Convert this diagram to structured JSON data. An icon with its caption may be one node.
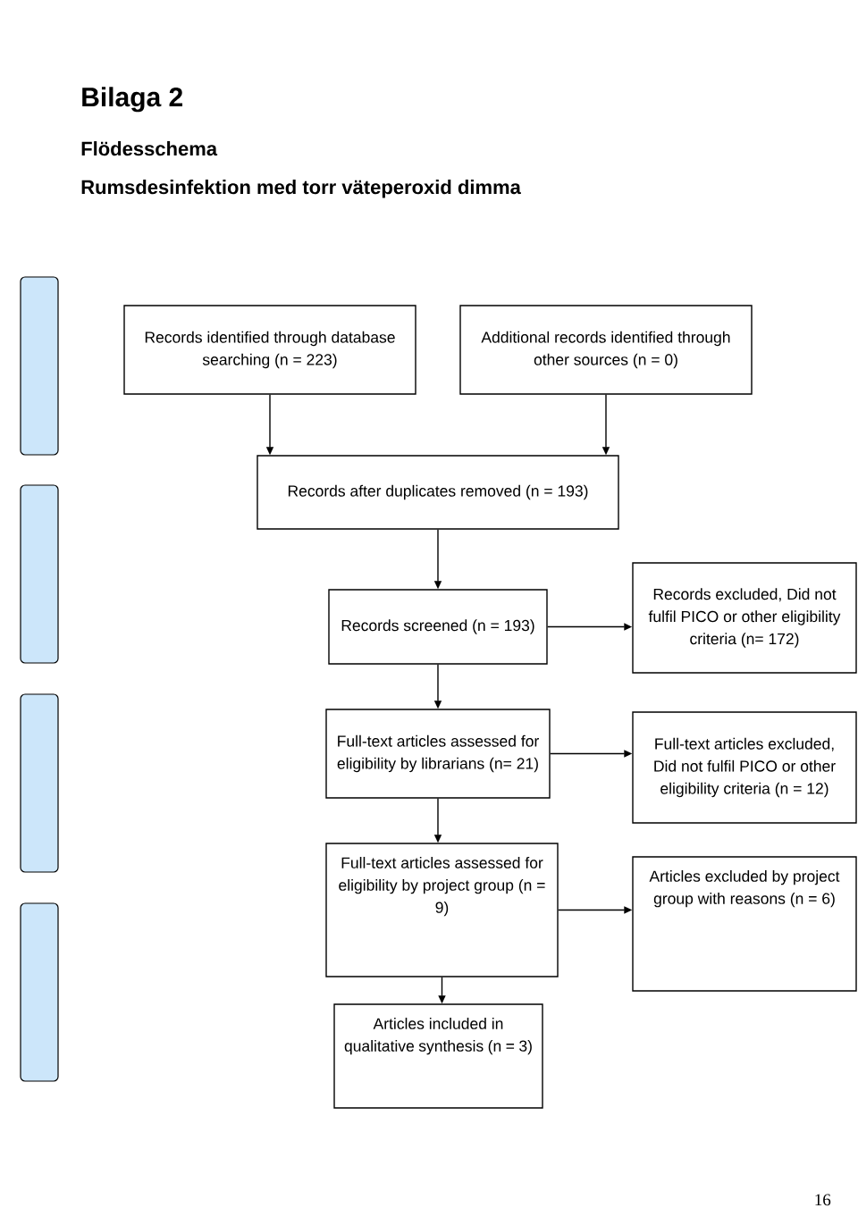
{
  "diagram": {
    "title": "Bilaga 2",
    "nodes": [
      {
        "text": [
          "Records identified through database searching (n = 223)"
        ]
      },
      {
        "text": [
          "Additional records identified through other sources (n = 0)"
        ]
      },
      {
        "text": [
          "Records after duplicates removed (n = 193)"
        ]
      },
      {
        "text": [
          "Records screened (n = 193)"
        ]
      },
      {
        "text": [
          "Records excluded, Did not fulfil PICO or other eligibility criteria (n= 172)"
        ]
      },
      {
        "text": [
          "Full-text articles assessed for eligibility by librarians (n= 21)"
        ]
      },
      {
        "text": [
          "Full-text articles excluded, Did not fulfil PICO or other eligibility criteria (n = 12)"
        ]
      },
      {
        "text": [
          "Full-text articles assessed for eligibility by project group (n = 9)"
        ]
      },
      {
        "text": [
          "Articles excluded by project group with reasons (n = 6)"
        ]
      },
      {
        "text": [
          "Articles included in qualitative synthesis (n = 3)"
        ]
      },
      {
        "text": [],
        "shape": "bar"
      },
      {
        "text": [],
        "shape": "bar"
      },
      {
        "text": [],
        "shape": "bar"
      },
      {
        "text": [],
        "shape": "bar"
      }
    ],
    "edges": [
      {
        "from": 0,
        "to": 2,
        "arrow": "to"
      },
      {
        "from": 1,
        "to": 2,
        "arrow": "to"
      },
      {
        "from": 2,
        "to": 3,
        "arrow": "to"
      },
      {
        "from": 3,
        "to": 4,
        "arrow": "to"
      },
      {
        "from": 3,
        "to": 5,
        "arrow": "to"
      },
      {
        "from": 5,
        "to": 6,
        "arrow": "to"
      },
      {
        "from": 5,
        "to": 7,
        "arrow": "to"
      },
      {
        "from": 7,
        "to": 8,
        "arrow": "to"
      },
      {
        "from": 7,
        "to": 9,
        "arrow": "to"
      }
    ],
    "labels": [
      "Flödesschema",
      "Rumsdesinfektion med torr väteperoxid dimma",
      "16"
    ]
  }
}
